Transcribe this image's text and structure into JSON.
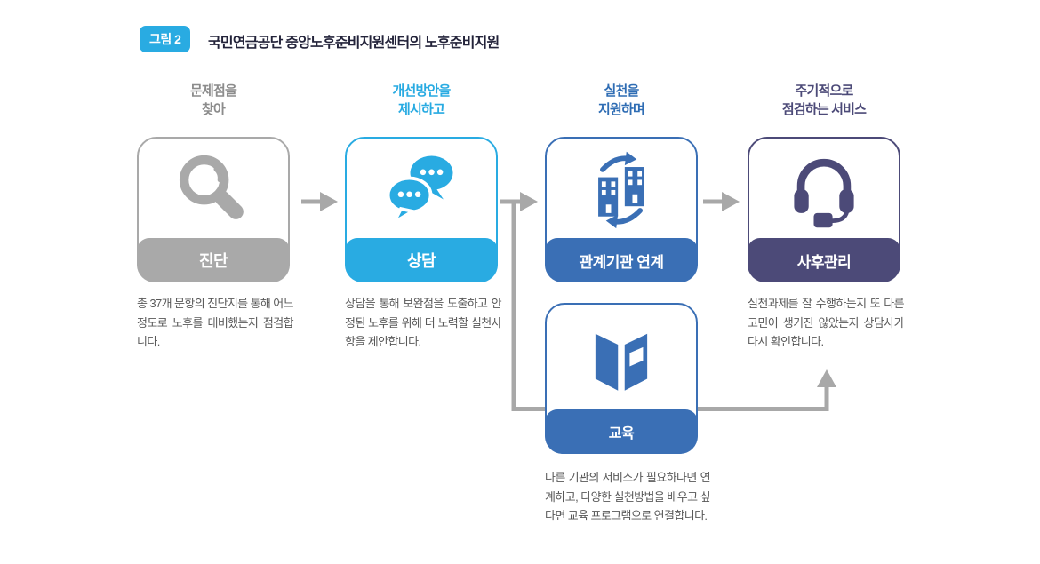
{
  "figure": {
    "badge": "그림 2",
    "title": "국민연금공단 중앙노후준비지원센터의 노후준비지원"
  },
  "steps": [
    {
      "header_line1": "문제점을",
      "header_line2": "찾아",
      "label": "진단",
      "description": "총 37개 문항의 진단지를 통해 어느 정도로 노후를 대비했는지 점검합니다.",
      "icon": "magnifier-icon",
      "color": "#a9a9a9"
    },
    {
      "header_line1": "개선방안을",
      "header_line2": "제시하고",
      "label": "상담",
      "description": "상담을 통해 보완점을 도출하고 안정된 노후를 위해 더 노력할 실천사항을 제안합니다.",
      "icon": "chat-bubbles-icon",
      "color": "#29abe2"
    },
    {
      "header_line1": "실천을",
      "header_line2": "지원하며",
      "label": "관계기관 연계",
      "description": "",
      "icon": "buildings-exchange-icon",
      "color": "#3a6fb5"
    },
    {
      "header_line1": "주기적으로",
      "header_line2": "점검하는 서비스",
      "label": "사후관리",
      "description": "실천과제를 잘 수행하는지 또 다른 고민이 생기진 않았는지 상담사가 다시 확인합니다.",
      "icon": "headset-icon",
      "color": "#4c4a78"
    }
  ],
  "education": {
    "label": "교육",
    "description": "다른 기관의 서비스가 필요하다면 연계하고, 다양한 실천방법을 배우고 싶다면 교육 프로그램으로 연결합니다.",
    "icon": "open-book-icon",
    "color": "#3a6fb5"
  },
  "connectors": {
    "arrow_color": "#a8a8a8"
  }
}
